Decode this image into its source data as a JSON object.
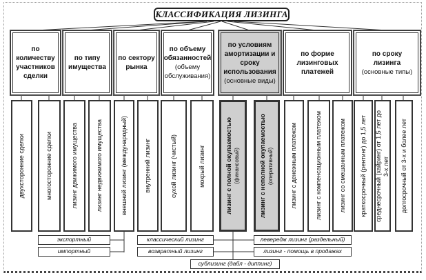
{
  "title": "КЛАССИФИКАЦИЯ ЛИЗИНГА",
  "categories": [
    {
      "label": "по количеству участников сделки",
      "sub": ""
    },
    {
      "label": "по типу имущества",
      "sub": ""
    },
    {
      "label": "по сектору рынка",
      "sub": ""
    },
    {
      "label": "по объему обязанностей",
      "sub": "(объему обслуживания)"
    },
    {
      "label": "по условиям амортизации и сроку использования",
      "sub": "(основные виды)"
    },
    {
      "label": "по форме лизинговых платежей",
      "sub": ""
    },
    {
      "label": "по сроку  лизинга",
      "sub": "(основные типы)"
    }
  ],
  "leaves": [
    {
      "label": "двухсторонние сделки",
      "sub": ""
    },
    {
      "label": "многосторонние сделки",
      "sub": ""
    },
    {
      "label": "лизинг движимого имущества",
      "sub": ""
    },
    {
      "label": "лизинг недвижимого имущества",
      "sub": ""
    },
    {
      "label": "внешний лизинг (международный)",
      "sub": ""
    },
    {
      "label": "внутренний лизинг",
      "sub": ""
    },
    {
      "label": "сухой лизинг (чистый)",
      "sub": ""
    },
    {
      "label": "мокрый лизинг",
      "sub": ""
    },
    {
      "label": "лизинг с полной окупаемостью",
      "sub": "(финансовый)"
    },
    {
      "label": "лизинг с неполной окупаемостью",
      "sub": "(оперативный)"
    },
    {
      "label": "лизинг с денежным платежом",
      "sub": ""
    },
    {
      "label": "лизинг с компенсационным платежом",
      "sub": ""
    },
    {
      "label": "лизинг со смешанным платежом",
      "sub": ""
    },
    {
      "label": "краткосрочный (рентинг) до 1,5 лет",
      "sub": ""
    },
    {
      "label": "среднесрочный (хайринг)    от 1,5 лет до",
      "sub": "3-х лет"
    },
    {
      "label": "долгосрочный   от  3-х и более лет",
      "sub": ""
    }
  ],
  "extras": {
    "export": "экспортный",
    "import": "импортный",
    "classic": "классический лизинг",
    "return": "возвратный лизинг",
    "sublease": "сублизинг (дабл - диппинг)",
    "leveraged": "левередж лизинг (раздельный)",
    "sales_aid": "лизинг - помощь в продажах"
  }
}
